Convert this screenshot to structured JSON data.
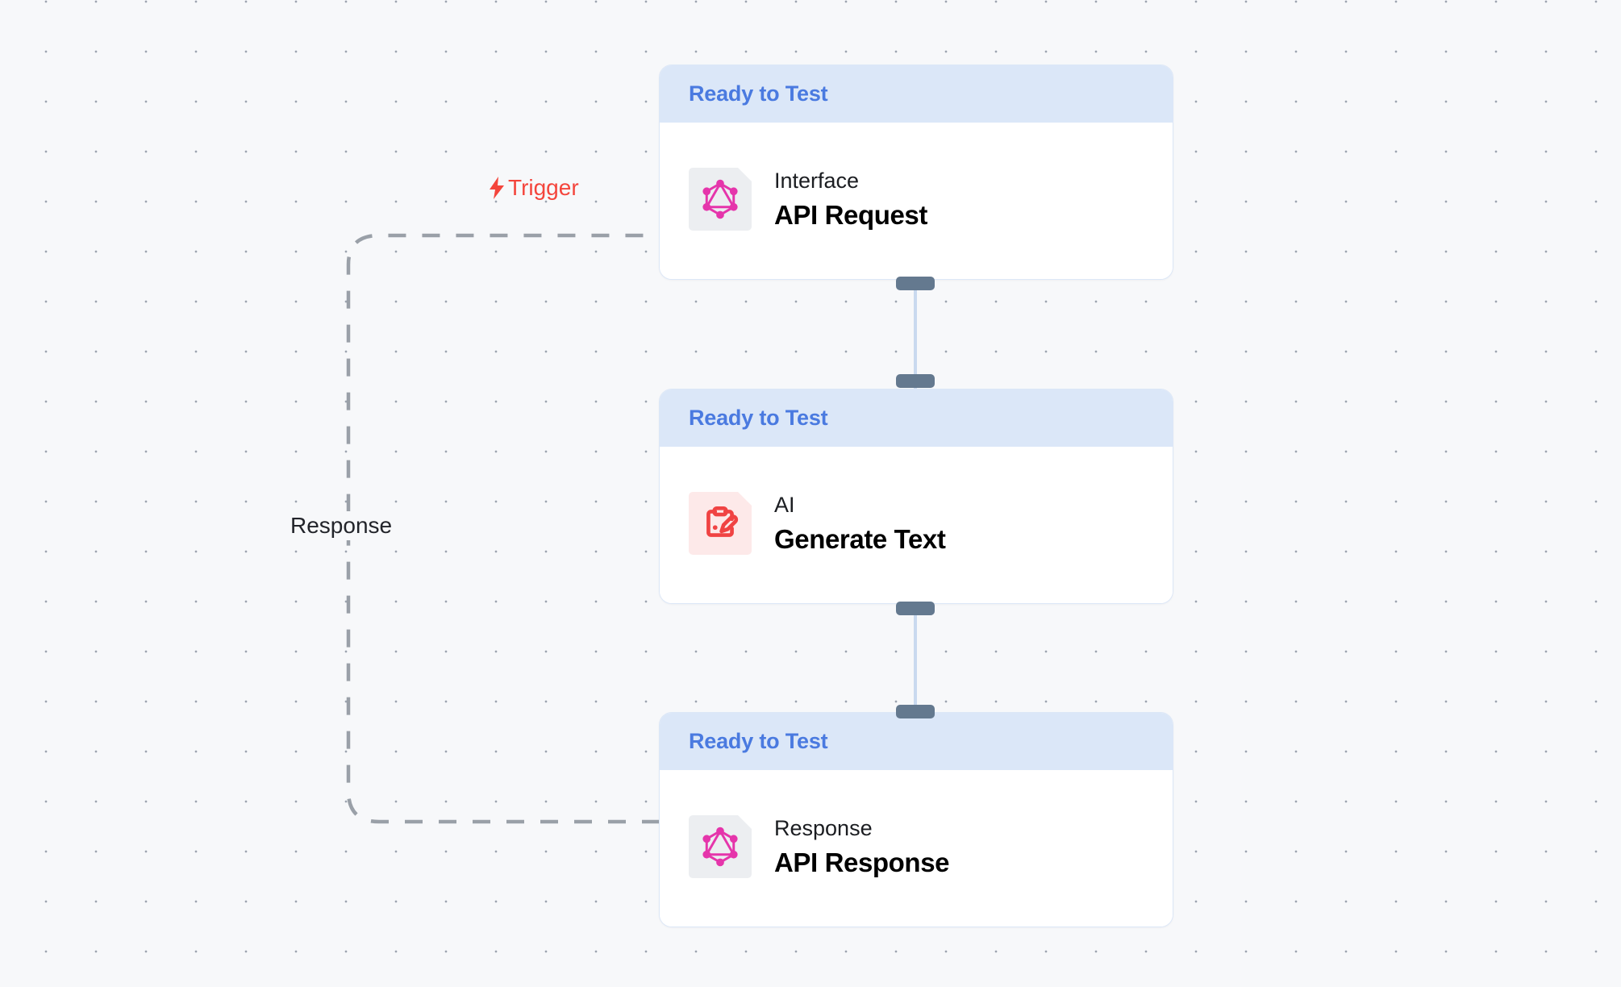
{
  "canvas": {
    "background_color": "#f7f8fa",
    "grid_dot_color": "#9ca3af"
  },
  "colors": {
    "header_bg": "#dbe7f8",
    "header_text": "#4a7ae0",
    "node_border": "#dce7f7",
    "handle": "#64798f",
    "edge_line": "#c9d9ef",
    "dashed_edge": "#9aa0a8",
    "trigger_red": "#f4453c",
    "graphql_pink": "#e535ab",
    "graphql_tile_bg": "#eceef1",
    "ai_red": "#f04343",
    "ai_tile_bg": "#fde9e9"
  },
  "edge_labels": {
    "trigger": {
      "text": "Trigger",
      "icon": "lightning-bolt-icon"
    },
    "response": {
      "text": "Response"
    }
  },
  "nodes": [
    {
      "id": "api-request",
      "status": "Ready to Test",
      "kind": "Interface",
      "name": "API Request",
      "icon": "graphql-icon"
    },
    {
      "id": "generate-text",
      "status": "Ready to Test",
      "kind": "AI",
      "name": "Generate Text",
      "icon": "clipboard-pen-icon"
    },
    {
      "id": "api-response",
      "status": "Ready to Test",
      "kind": "Response",
      "name": "API Response",
      "icon": "graphql-icon"
    }
  ]
}
